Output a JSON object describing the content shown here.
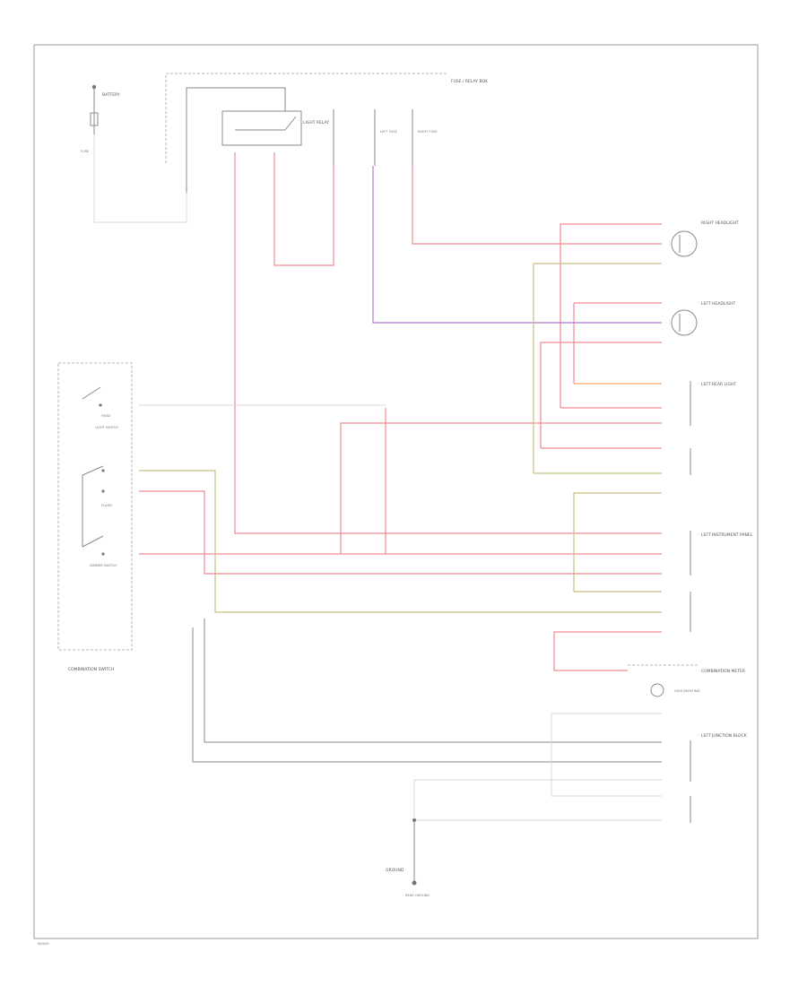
{
  "battery": {
    "label": "BATTERY",
    "fuse_label": "FUSE"
  },
  "fuse_box": {
    "label": "FUSE / RELAY BOX"
  },
  "relay": {
    "label": "LIGHT RELAY"
  },
  "fuses": {
    "left": "LEFT FUSE",
    "right": "RIGHT FUSE"
  },
  "combination_switch": {
    "label": "COMBINATION SWITCH",
    "sections": [
      "HEAD",
      "LIGHT SWITCH",
      "FLASH",
      "DIMMER SWITCH"
    ]
  },
  "right_headlight": {
    "label": "RIGHT HEADLIGHT"
  },
  "left_headlight": {
    "label": "LEFT HEADLIGHT"
  },
  "left_lamp": {
    "label": "LEFT REAR LIGHT"
  },
  "instrument_panel": {
    "label": "LEFT INSTRUMENT PANEL"
  },
  "combination_meter": {
    "label": "COMBINATION METER"
  },
  "high_beam_indicator": {
    "label": "HIGH BEAM IND."
  },
  "rear_connector": {
    "label": "LEFT JUNCTION BLOCK"
  },
  "ground": {
    "label": "GROUND"
  },
  "bottom_connector": {
    "label": "REAR GROUND"
  },
  "footer": {
    "code": "W0000"
  },
  "colors": {
    "red_wire": "#f08a92",
    "purple_wire": "#b07ad0",
    "green_wire": "#c8c080",
    "orange_wire": "#f4a868",
    "black_wire": "#8a8a8a"
  }
}
